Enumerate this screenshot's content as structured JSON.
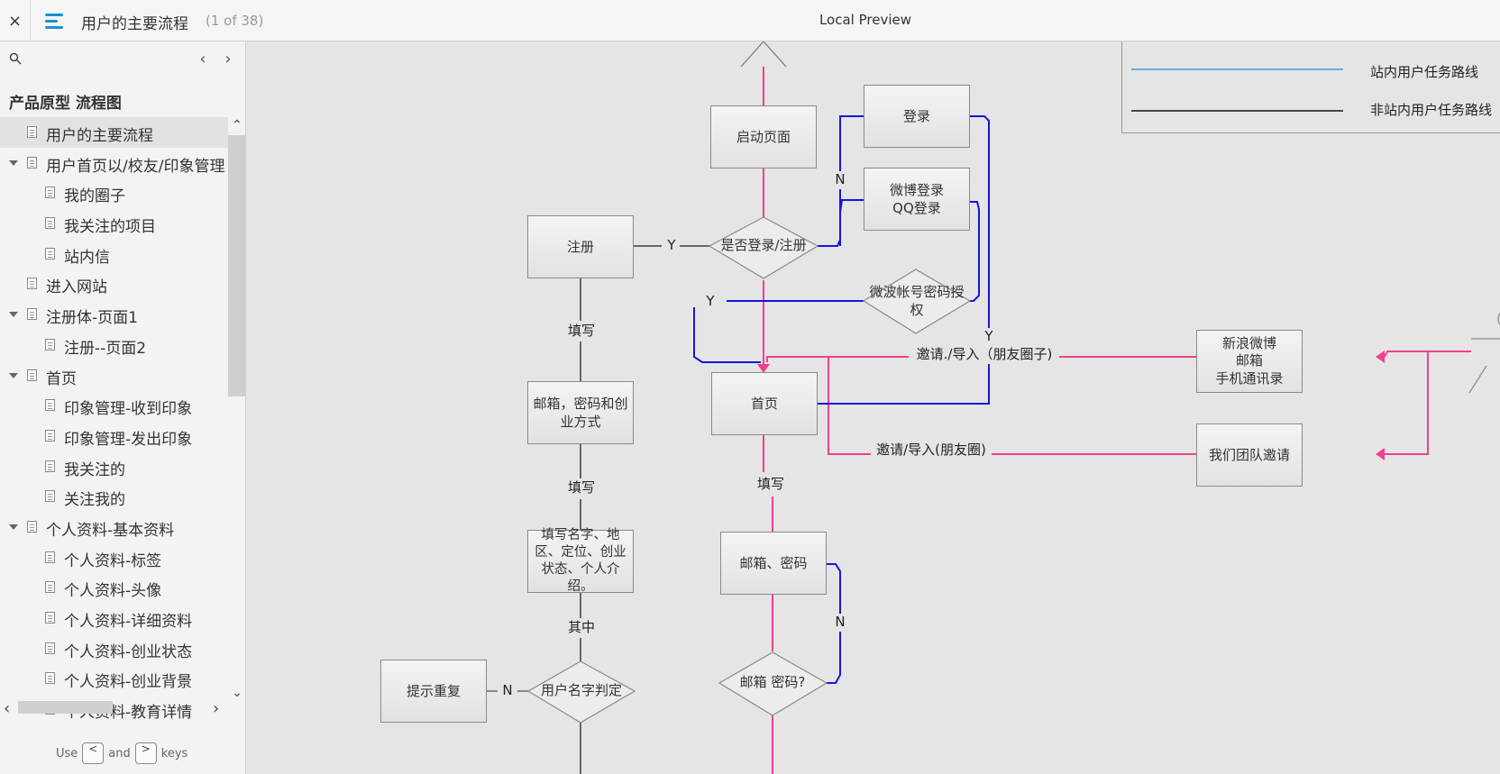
{
  "topbar": {
    "close": "×",
    "title": "用户的主要流程",
    "count": "(1 of 38)",
    "preview": "Local Preview"
  },
  "sidebar": {
    "heading": "产品原型 流程图",
    "hint_use": "Use",
    "hint_and": "and",
    "hint_keys": "keys",
    "key_prev": "<",
    "key_next": ">",
    "items": [
      {
        "label": "用户的主要流程",
        "level": 0,
        "toggle": false,
        "selected": true
      },
      {
        "label": "用户首页以/校友/印象管理",
        "level": 0,
        "toggle": true
      },
      {
        "label": "我的圈子",
        "level": 1
      },
      {
        "label": "我关注的项目",
        "level": 1
      },
      {
        "label": "站内信",
        "level": 1
      },
      {
        "label": "进入网站",
        "level": 0
      },
      {
        "label": "注册体-页面1",
        "level": 0,
        "toggle": true
      },
      {
        "label": "注册--页面2",
        "level": 1
      },
      {
        "label": "首页",
        "level": 0,
        "toggle": true
      },
      {
        "label": "印象管理-收到印象",
        "level": 1
      },
      {
        "label": "印象管理-发出印象",
        "level": 1
      },
      {
        "label": "我关注的",
        "level": 1
      },
      {
        "label": "关注我的",
        "level": 1
      },
      {
        "label": "个人资料-基本资料",
        "level": 0,
        "toggle": true
      },
      {
        "label": "个人资料-标签",
        "level": 1
      },
      {
        "label": "个人资料-头像",
        "level": 1
      },
      {
        "label": "个人资料-详细资料",
        "level": 1
      },
      {
        "label": "个人资料-创业状态",
        "level": 1
      },
      {
        "label": "个人资料-创业背景",
        "level": 1
      },
      {
        "label": "个人资料-教育详情",
        "level": 1
      }
    ]
  },
  "flow": {
    "legend_blue": "站内用户任务路线",
    "legend_black": "非站内用户任务路线",
    "start": "启动页面",
    "login": "登录",
    "weibo_qq": "微博登录\nQQ登录",
    "register": "注册",
    "is_login": "是否登录/注册",
    "weibo_auth": "微波帐号密码授权",
    "home": "首页",
    "email_pwd_biz": "邮箱，密码和创业方式",
    "fill_info": "填写名字、地区、定位、创业状态、个人介绍。",
    "email_pwd": "邮箱、密码",
    "email_pwd_q": "邮箱 密码?",
    "name_check": "用户名字判定",
    "repeat_hint": "提示重复",
    "sina": "新浪微博\n邮箱\n手机通讯录",
    "team_invite": "我们团队邀请",
    "invite1": "邀请./导入（朋友圈子)",
    "invite2": "邀请/导入(朋友圈)",
    "fill1": "填写",
    "fill2": "填写",
    "fill3": "填写",
    "among": "其中",
    "y1": "Y",
    "y2": "Y",
    "y3": "Y",
    "n1": "N",
    "n2": "N",
    "n3": "N"
  }
}
